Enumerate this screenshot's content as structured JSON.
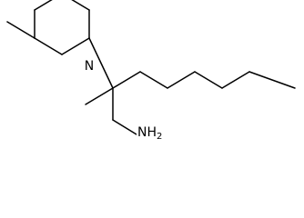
{
  "molecule": {
    "atoms": {
      "nitrogen": {
        "symbol": "N"
      },
      "amine": {
        "main": "NH",
        "subscript": "2"
      }
    }
  }
}
